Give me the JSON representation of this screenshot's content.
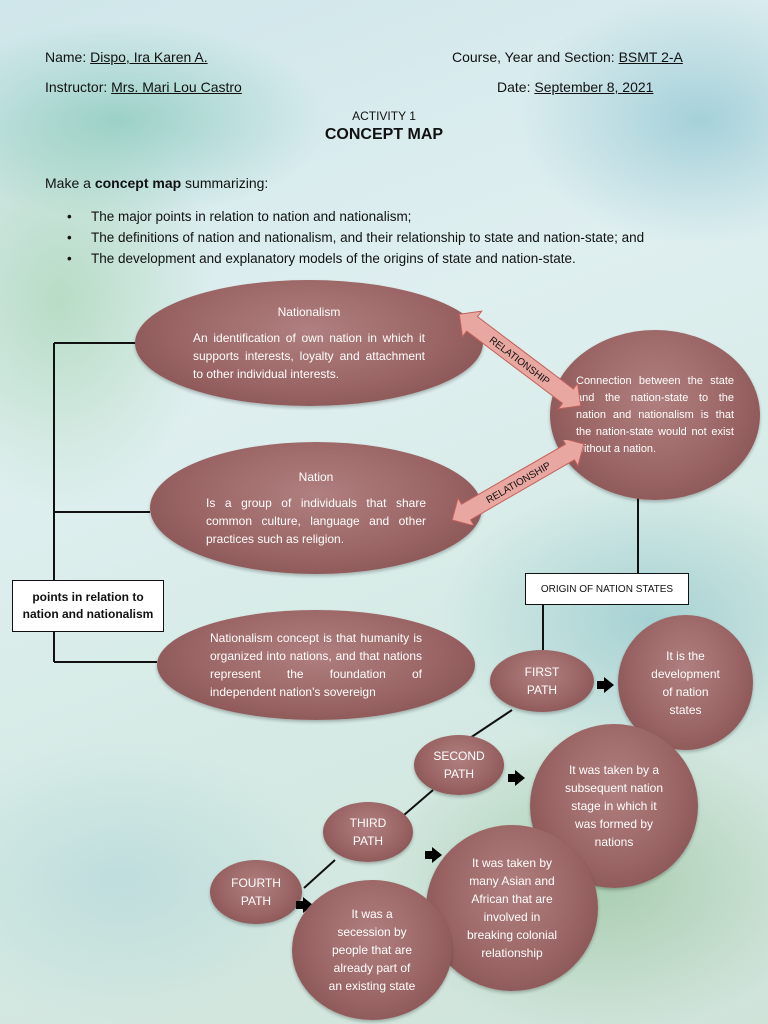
{
  "header": {
    "name_label": "Name:",
    "name_value": "Dispo, Ira Karen A.",
    "course_label": "Course, Year and Section:",
    "course_value": "BSMT 2-A",
    "instructor_label": "Instructor:",
    "instructor_value": "Mrs. Mari Lou Castro",
    "date_label": "Date:",
    "date_value": "September 8, 2021"
  },
  "activity": "ACTIVITY 1",
  "title": "CONCEPT MAP",
  "intro_prefix": "Make a ",
  "intro_bold": "concept map",
  "intro_suffix": " summarizing:",
  "bullets": [
    "The major points in relation to nation and nationalism;",
    "The definitions of nation and nationalism, and their relationship to state and nation-state; and",
    "The development and explanatory models of the origins of state and nation-state."
  ],
  "nodes": {
    "nationalism_title": "Nationalism",
    "nationalism_text": "An identification of own nation in which it supports interests, loyalty and attachment to other individual interests.",
    "nation_title": "Nation",
    "nation_text": "Is a group of individuals that share common culture, language and other practices such as religion.",
    "connection_text": "Connection between the state and the nation-state to the nation and nationalism is that the nation-state would not exist without a nation.",
    "concept_text": "Nationalism concept is that humanity is organized into nations, and that nations represent the foundation of independent nation's sovereign",
    "points_box": "points in relation to nation and nationalism",
    "origin_box": "ORIGIN OF NATION STATES",
    "relationship_1": "RELATIONSHIP",
    "relationship_2": "RELATIONSHIP",
    "first_path": "FIRST PATH",
    "second_path": "SECOND PATH",
    "third_path": "THIRD PATH",
    "fourth_path": "FOURTH PATH",
    "first_desc": "It is the development of nation states",
    "second_desc": "It was taken by a subsequent nation stage in which it was formed by nations",
    "third_desc": "It was taken by many Asian and African that are involved in breaking colonial relationship",
    "fourth_desc": "It was a secession by people that are already part of an existing state"
  },
  "colors": {
    "node_fill": "#9a6464",
    "arrow_fill": "#e8a7a0"
  }
}
